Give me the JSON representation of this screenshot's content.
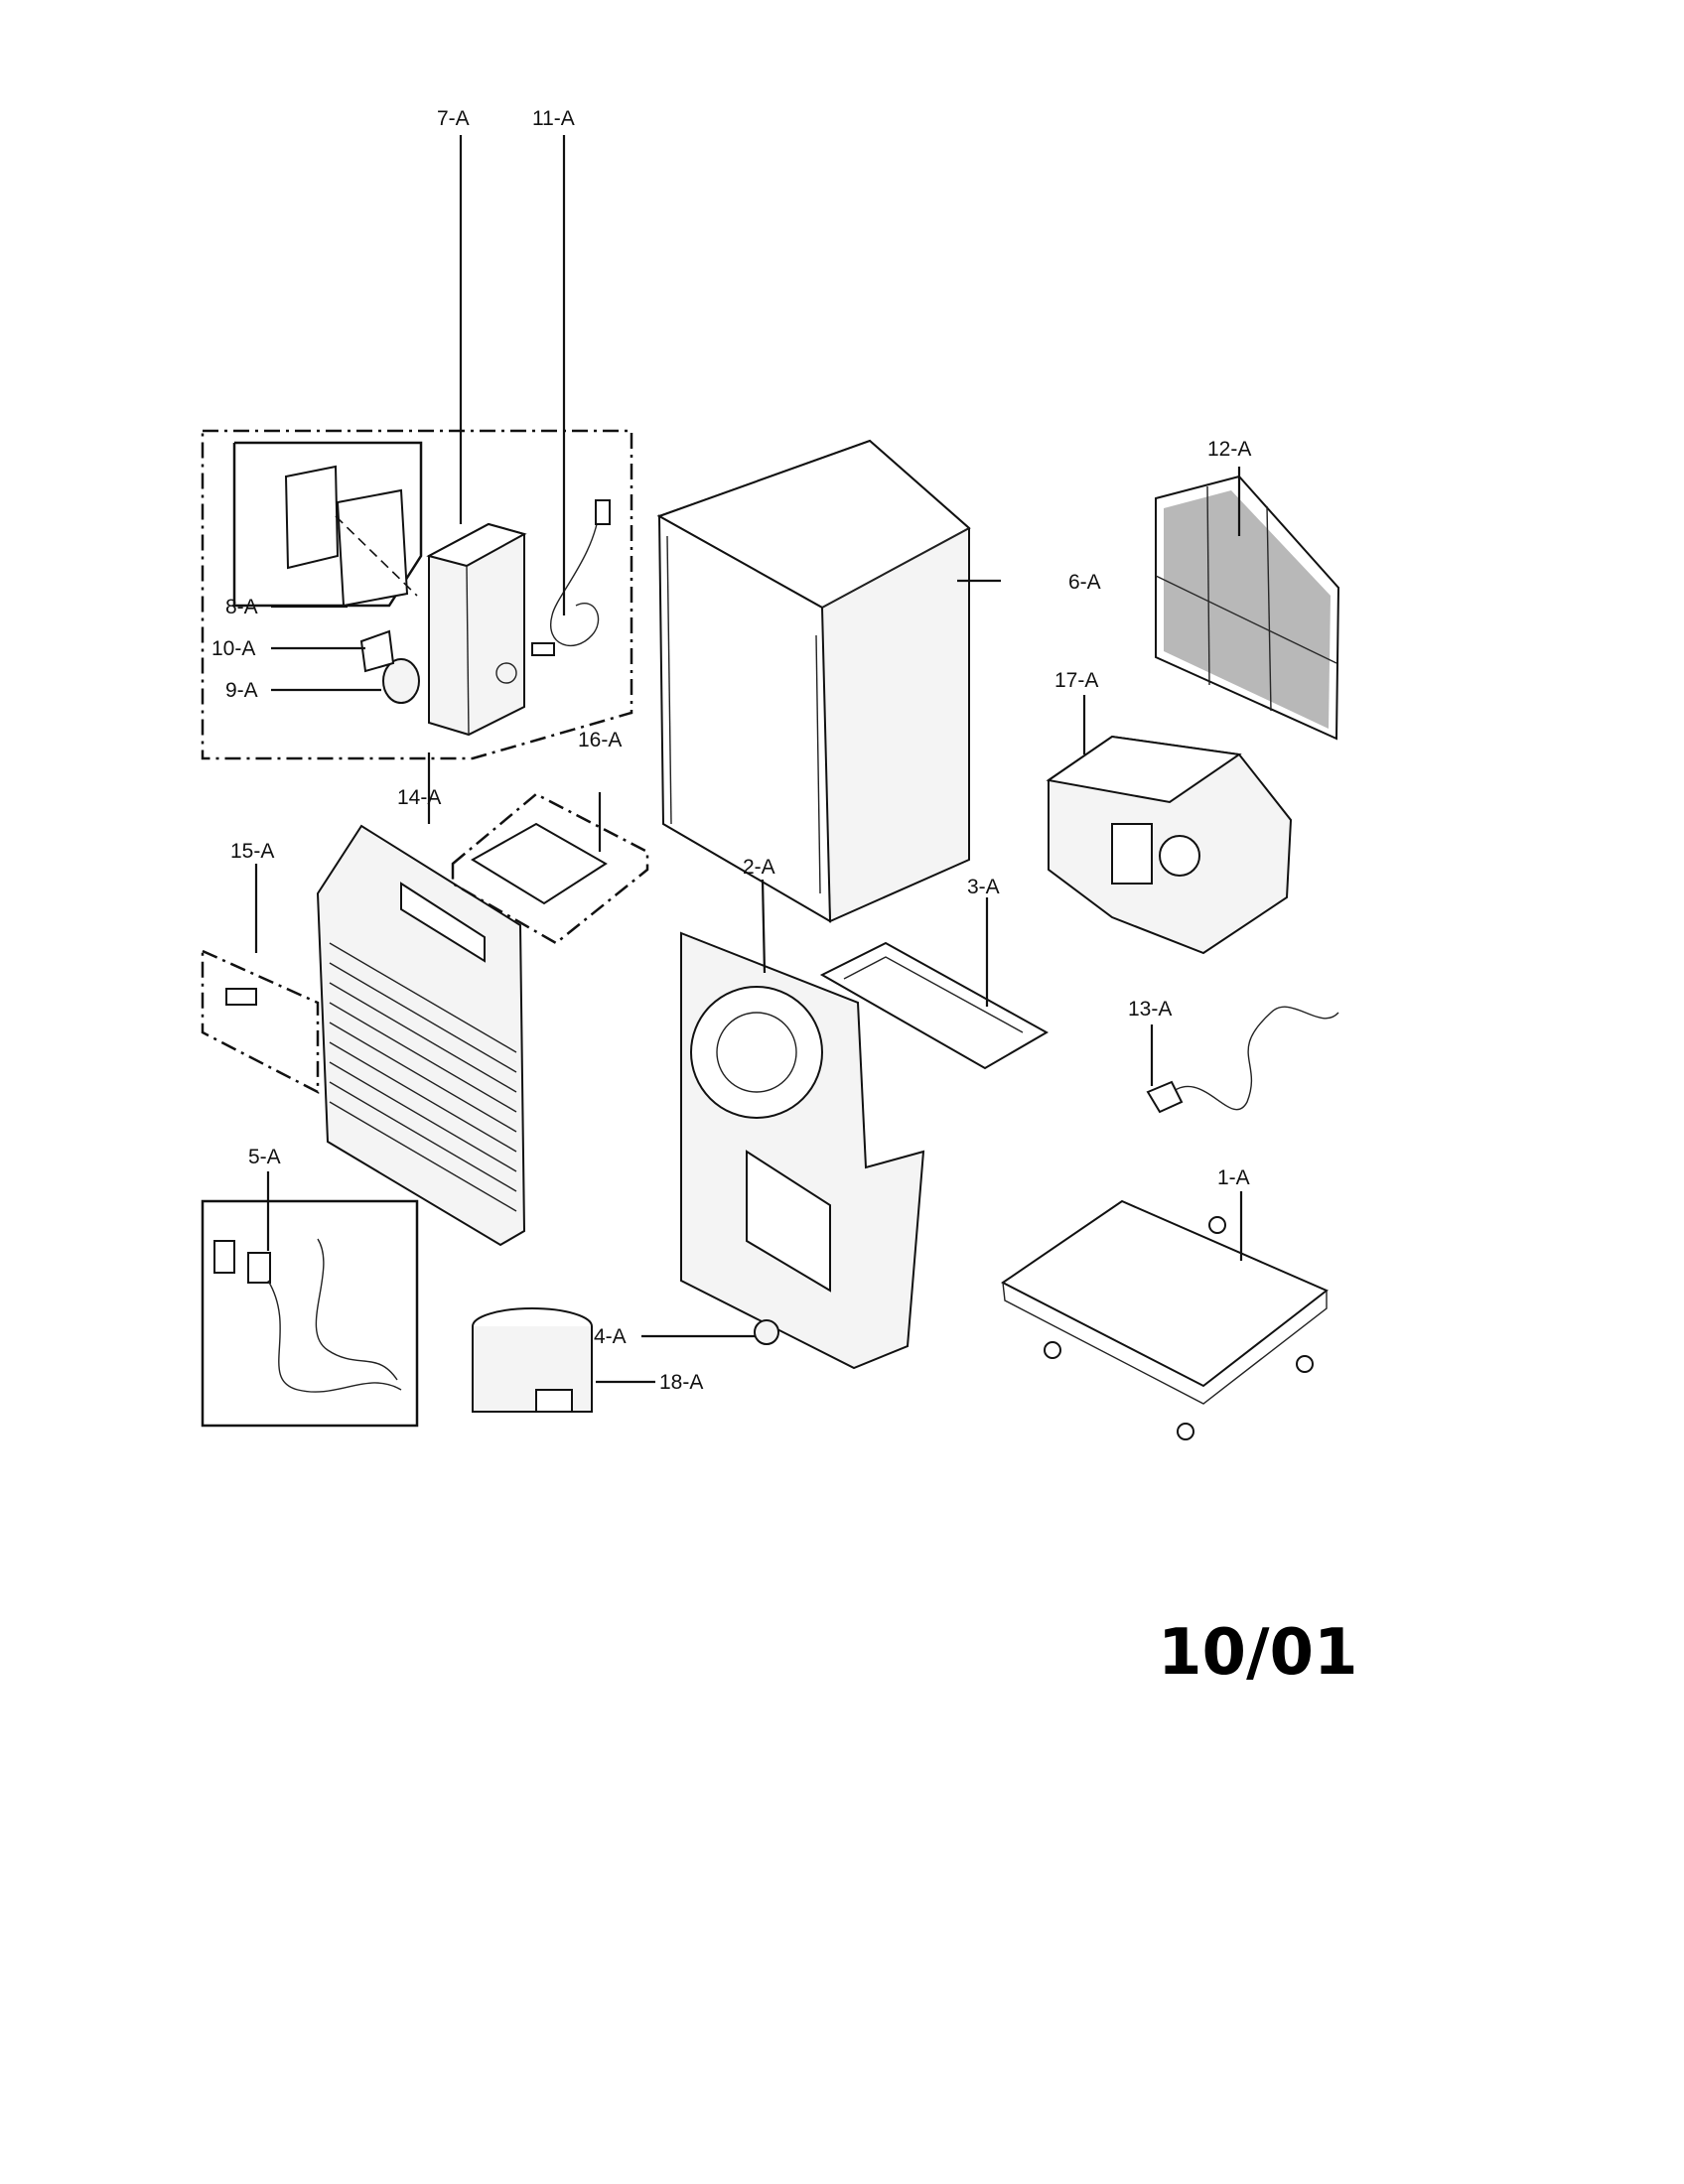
{
  "labels": {
    "p1": "1-A",
    "p2": "2-A",
    "p3": "3-A",
    "p4": "4-A",
    "p5": "5-A",
    "p6": "6-A",
    "p7": "7-A",
    "p8": "8-A",
    "p9": "9-A",
    "p10": "10-A",
    "p11": "11-A",
    "p12": "12-A",
    "p13": "13-A",
    "p14": "14-A",
    "p15": "15-A",
    "p16": "16-A",
    "p17": "17-A",
    "p18": "18-A"
  },
  "date_code": "10/01"
}
